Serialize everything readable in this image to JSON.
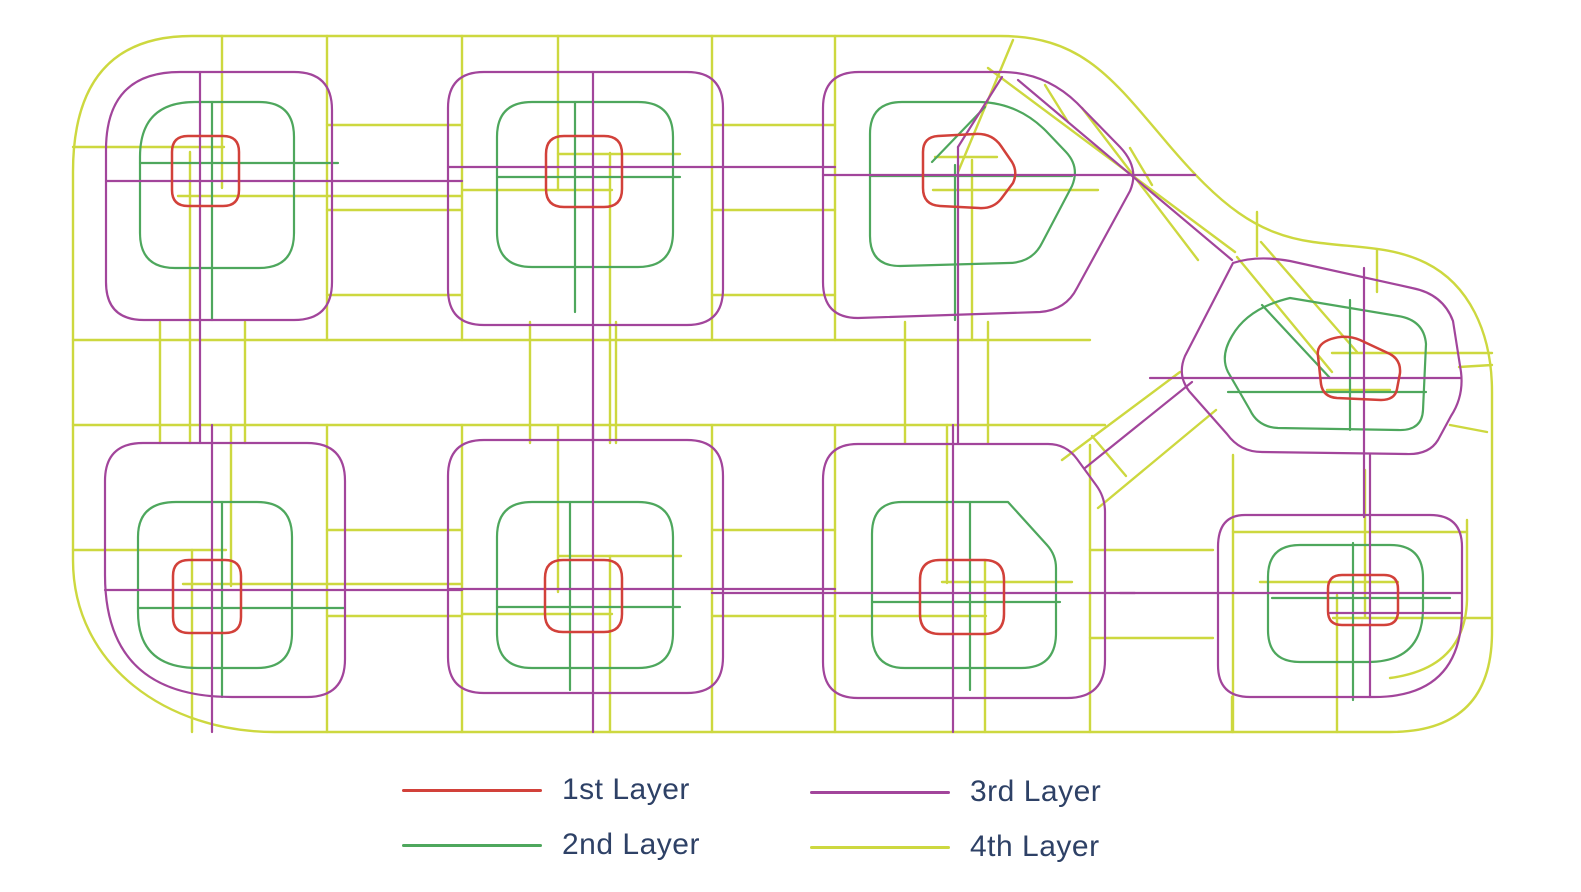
{
  "figure": {
    "type": "layered-mesh-diagram",
    "background": "#ffffff"
  },
  "layers": [
    {
      "id": "layer1",
      "label": "1st Layer",
      "color": "#d2413a"
    },
    {
      "id": "layer2",
      "label": "2nd Layer",
      "color": "#4ea75d"
    },
    {
      "id": "layer3",
      "label": "3rd Layer",
      "color": "#a2459b"
    },
    {
      "id": "layer4",
      "label": "4th Layer",
      "color": "#cdd83f"
    }
  ],
  "legend": {
    "text_color": "#2e4166",
    "columns": [
      [
        "layer1",
        "layer2"
      ],
      [
        "layer3",
        "layer4"
      ]
    ]
  }
}
